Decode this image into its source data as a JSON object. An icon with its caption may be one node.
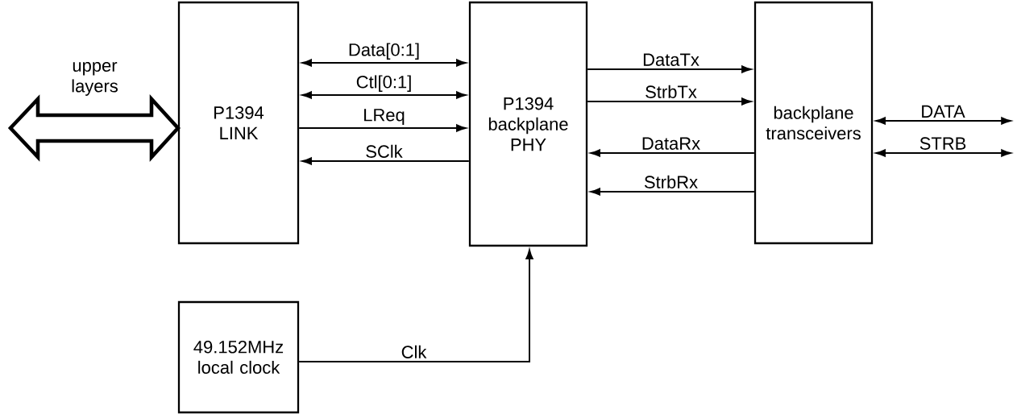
{
  "diagram": {
    "nodes": [
      {
        "text": [
          "P1394 LINK"
        ]
      },
      {
        "text": [
          "P1394 backplane PHY"
        ]
      },
      {
        "text": [
          "backplane transceivers"
        ]
      },
      {
        "text": [
          "49.152MHz local clock"
        ]
      }
    ],
    "edges": [
      {
        "from": null,
        "to": 0,
        "arrow": "both",
        "label": "upper layers",
        "style": "thick"
      },
      {
        "from": 0,
        "to": 1,
        "arrow": "both",
        "label": "Data[0:1]"
      },
      {
        "from": 0,
        "to": 1,
        "arrow": "both",
        "label": "Ctl[0:1]"
      },
      {
        "from": 0,
        "to": 1,
        "arrow": "to",
        "label": "LReq"
      },
      {
        "from": 1,
        "to": 0,
        "arrow": "to",
        "label": "SClk"
      },
      {
        "from": 1,
        "to": 2,
        "arrow": "to",
        "label": "DataTx"
      },
      {
        "from": 1,
        "to": 2,
        "arrow": "to",
        "label": "StrbTx"
      },
      {
        "from": 2,
        "to": 1,
        "arrow": "to",
        "label": "DataRx"
      },
      {
        "from": 2,
        "to": 1,
        "arrow": "to",
        "label": "StrbRx"
      },
      {
        "from": 2,
        "to": null,
        "arrow": "both",
        "label": "DATA"
      },
      {
        "from": 2,
        "to": null,
        "arrow": "both",
        "label": "STRB"
      },
      {
        "from": 3,
        "to": 1,
        "arrow": "to",
        "label": "Clk"
      }
    ]
  }
}
